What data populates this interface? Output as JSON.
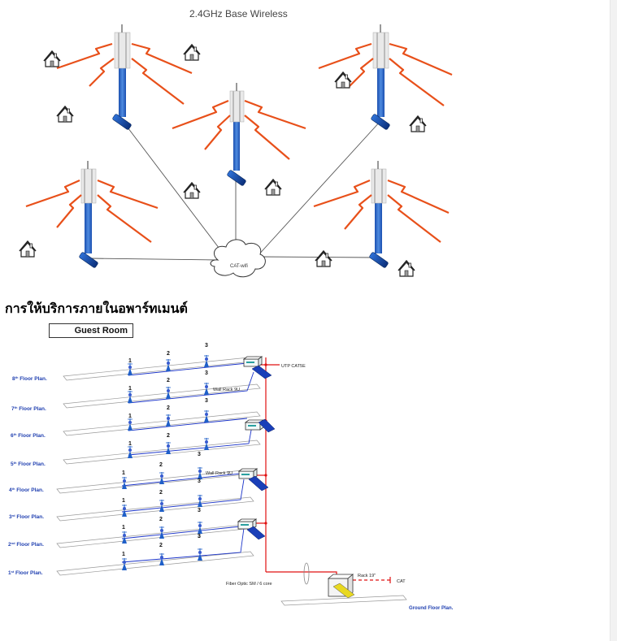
{
  "top_diagram": {
    "title": "2.4GHz  Base Wireless",
    "cloud_label": "CAT-wifi"
  },
  "section_heading": "การให้บริการภายในอพาร์ทเมนต์",
  "building_diagram": {
    "guest_room_label": "Guest Room",
    "floors": [
      {
        "num": "8",
        "sup": "th",
        "rest": " Floor Plan."
      },
      {
        "num": "7",
        "sup": "th",
        "rest": " Floor Plan."
      },
      {
        "num": "6",
        "sup": "th",
        "rest": " Floor Plan."
      },
      {
        "num": "5",
        "sup": "th",
        "rest": " Floor Plan."
      },
      {
        "num": "4",
        "sup": "th",
        "rest": " Floor Plan."
      },
      {
        "num": "3",
        "sup": "rd",
        "rest": " Floor Plan."
      },
      {
        "num": "2",
        "sup": "nd",
        "rest": " Floor Plan."
      },
      {
        "num": "1",
        "sup": "st",
        "rest": " Floor Plan."
      }
    ],
    "ap_numbers": [
      "1",
      "2",
      "3"
    ],
    "wall_rack_label": "Wall Rack 9U",
    "utp_label": "UTP CAT5E",
    "rack19_label": "Rack 19\"",
    "cat_label": "CAT",
    "fiber_label": "Fiber Optic SM / 6 core",
    "ground_label": "Ground Floor Plan.",
    "colors": {
      "floor_text": "#1f3fb0",
      "cable_red": "#e01010",
      "cable_blue": "#1a33c9",
      "antenna_blue": "#1f5fc8"
    }
  }
}
